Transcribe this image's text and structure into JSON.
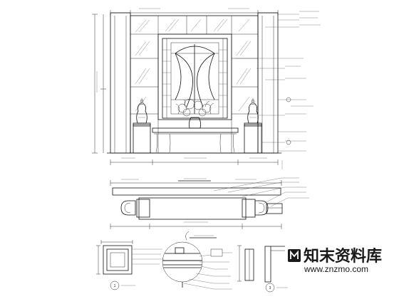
{
  "watermark": {
    "brand": "知末资料库",
    "url": "www.znzmo.com",
    "badge_color": "#1a1a1a"
  },
  "section_markers": {
    "left": "1",
    "right": "3"
  },
  "colors": {
    "line": "#111111",
    "paper": "#ffffff"
  }
}
